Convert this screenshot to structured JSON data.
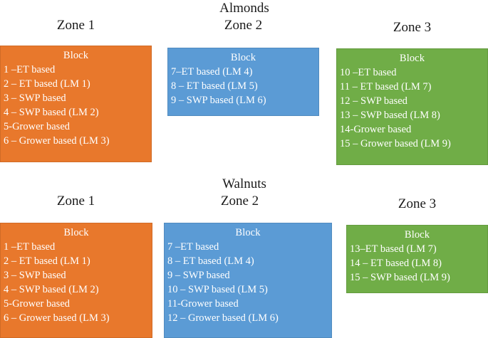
{
  "figure": {
    "colors": {
      "orange": "#e8782c",
      "blue": "#5b9bd5",
      "green": "#70ad47",
      "text_on_box": "#ffffff",
      "title_text": "#1a1a1a",
      "background": "#ffffff"
    }
  },
  "crops": [
    {
      "name": "Almonds",
      "zones": [
        {
          "zone_title": "Zone 1",
          "color_key": "orange",
          "header": "Block",
          "blocks": [
            "1 –ET based",
            "2 – ET based (LM 1)",
            "3 – SWP based",
            "4 – SWP based (LM 2)",
            "5-Grower based",
            "6 – Grower based (LM 3)"
          ]
        },
        {
          "zone_title": "Zone 2",
          "color_key": "blue",
          "header": "Block",
          "blocks": [
            "7–ET based (LM 4)",
            "8 – ET based (LM 5)",
            "9 – SWP based (LM 6)"
          ]
        },
        {
          "zone_title": "Zone 3",
          "color_key": "green",
          "header": "Block",
          "blocks": [
            "10 –ET based",
            "11 – ET based (LM 7)",
            "12 – SWP based",
            "13 – SWP based (LM 8)",
            "14-Grower based",
            "15 – Grower based (LM 9)"
          ]
        }
      ]
    },
    {
      "name": "Walnuts",
      "zones": [
        {
          "zone_title": "Zone 1",
          "color_key": "orange",
          "header": "Block",
          "blocks": [
            "1 –ET based",
            "2 – ET based (LM 1)",
            "3 – SWP based",
            "4 – SWP based (LM 2)",
            "5-Grower based",
            "6 – Grower based (LM 3)"
          ]
        },
        {
          "zone_title": "Zone 2",
          "color_key": "blue",
          "header": "Block",
          "blocks": [
            "7 –ET based",
            "8 – ET based (LM 4)",
            "9 – SWP based",
            "10 – SWP based (LM 5)",
            "11-Grower based",
            "12 – Grower based (LM 6)"
          ]
        },
        {
          "zone_title": "Zone 3",
          "color_key": "green",
          "header": "Block",
          "blocks": [
            "13–ET based (LM 7)",
            "14 – ET based (LM 8)",
            "15 – SWP based (LM 9)"
          ]
        }
      ]
    }
  ]
}
